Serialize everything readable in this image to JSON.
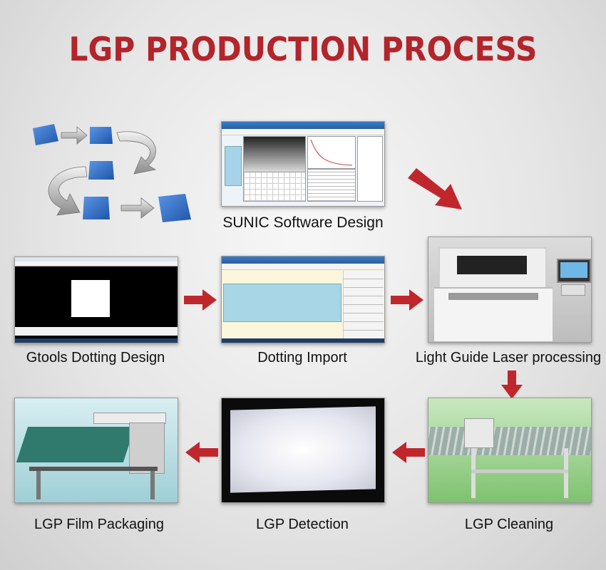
{
  "title": "LGP PRODUCTION PROCESS",
  "steps": {
    "sunic": "SUNIC Software Design",
    "gtools": "Gtools Dotting Design",
    "import": "Dotting Import",
    "laser": "Light Guide Laser processing",
    "cleaning": "LGP Cleaning",
    "detection": "LGP Detection",
    "packaging": "LGP Film Packaging"
  },
  "colors": {
    "title": "#b3242b",
    "arrow": "#c0272d",
    "block": "#2f6fc9"
  }
}
